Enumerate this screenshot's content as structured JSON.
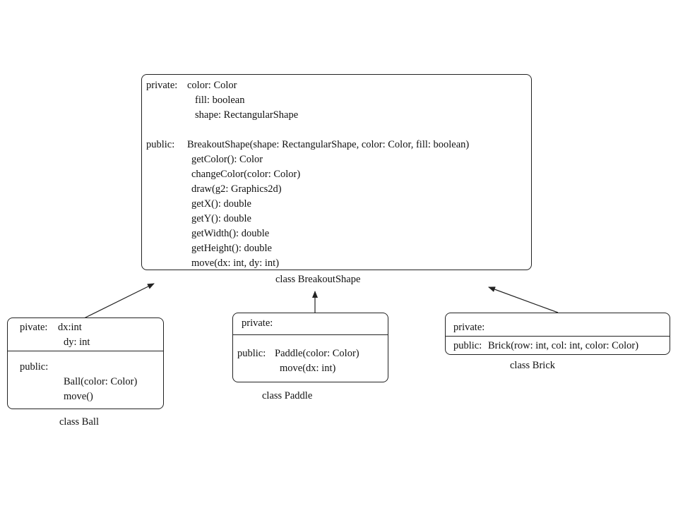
{
  "breakout": {
    "private_label": "private:",
    "private_fields": [
      "color: Color",
      "fill: boolean",
      "shape: RectangularShape"
    ],
    "public_label": "public:",
    "public_methods": [
      "BreakoutShape(shape: RectangularShape, color: Color, fill: boolean)",
      "getColor(): Color",
      "changeColor(color: Color)",
      "draw(g2: Graphics2d)",
      "getX(): double",
      "getY(): double",
      "getWidth(): double",
      "getHeight(): double",
      "move(dx: int, dy: int)"
    ],
    "caption": "class BreakoutShape"
  },
  "ball": {
    "private_label": "pivate:",
    "private_fields": [
      "dx:int",
      "dy: int"
    ],
    "public_label": "public:",
    "public_methods": [
      "Ball(color: Color)",
      "move()"
    ],
    "caption": "class Ball"
  },
  "paddle": {
    "private_label": "private:",
    "public_label": "public:",
    "public_methods": [
      "Paddle(color: Color)",
      "move(dx: int)"
    ],
    "caption": "class Paddle"
  },
  "brick": {
    "private_label": "private:",
    "public_label": "public:",
    "public_methods": [
      "Brick(row: int, col: int, color: Color)"
    ],
    "caption": "class Brick"
  }
}
